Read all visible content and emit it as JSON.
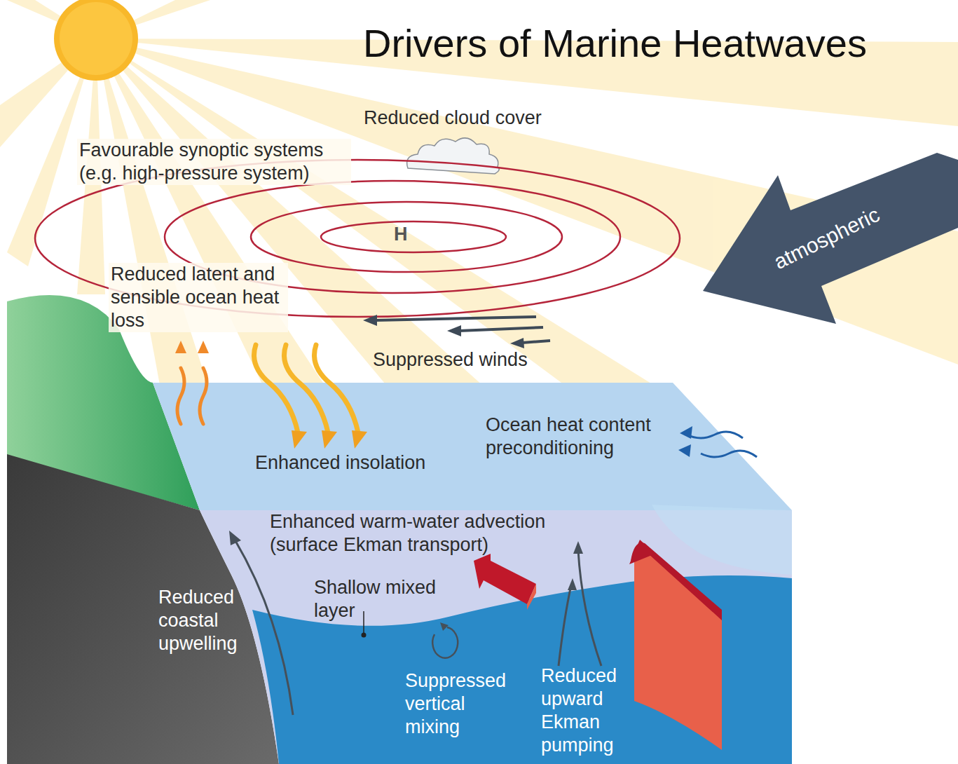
{
  "diagram": {
    "title": "Drivers of Marine Heatwaves",
    "nodes": [
      {
        "text": [
          "atmospheric"
        ]
      }
    ],
    "labels": [
      "Reduced cloud cover",
      "Favourable synoptic systems (e.g. high-pressure system)",
      "H",
      "Reduced latent and sensible ocean heat loss",
      "Suppressed winds",
      "Enhanced insolation",
      "Ocean heat content preconditioning",
      "Enhanced warm-water advection (surface Ekman transport)",
      "Shallow mixed layer",
      "Reduced coastal upwelling",
      "Suppressed vertical mixing",
      "Reduced upward Ekman pumping"
    ]
  }
}
